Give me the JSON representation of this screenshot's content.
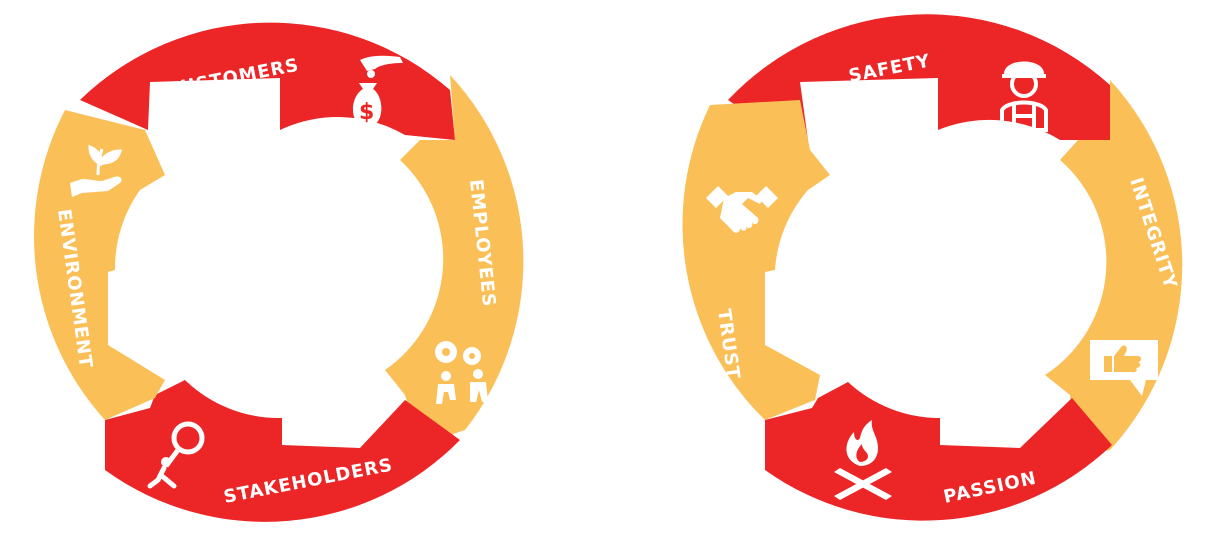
{
  "colors": {
    "red": "#ec2526",
    "yellow": "#fbbf58",
    "icon": "#ffffff",
    "background": "#ffffff"
  },
  "wheels": [
    {
      "id": "stakeholders-wheel",
      "segments": [
        {
          "label": "CUSTOMERS",
          "color": "red",
          "icon": "money-bag-icon"
        },
        {
          "label": "EMPLOYEES",
          "color": "yellow",
          "icon": "teamwork-gears-icon"
        },
        {
          "label": "STAKEHOLDERS",
          "color": "red",
          "icon": "magnifier-person-icon"
        },
        {
          "label": "ENVIRONMENT",
          "color": "yellow",
          "icon": "plant-hand-icon"
        }
      ]
    },
    {
      "id": "values-wheel",
      "segments": [
        {
          "label": "SAFETY",
          "color": "red",
          "icon": "worker-icon"
        },
        {
          "label": "INTEGRITY",
          "color": "yellow",
          "icon": "thumbs-up-bubble-icon"
        },
        {
          "label": "PASSION",
          "color": "red",
          "icon": "campfire-icon"
        },
        {
          "label": "TRUST",
          "color": "yellow",
          "icon": "handshake-icon"
        }
      ]
    }
  ]
}
